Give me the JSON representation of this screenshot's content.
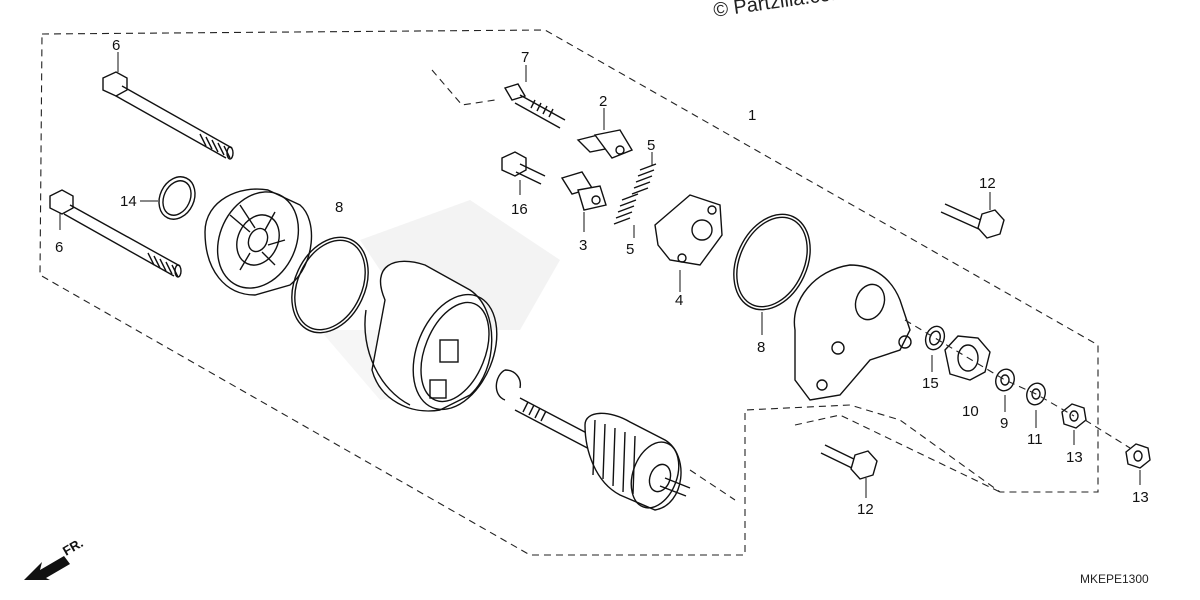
{
  "watermark": "© Partzilla.com",
  "diagram_code": "MKEPE1300",
  "front_indicator": "FR.",
  "callouts": {
    "c1": "1",
    "c2": "2",
    "c3": "3",
    "c4": "4",
    "c5a": "5",
    "c5b": "5",
    "c6a": "6",
    "c6b": "6",
    "c7": "7",
    "c8a": "8",
    "c8b": "8",
    "c9": "9",
    "c10": "10",
    "c11a": "11",
    "c12a": "12",
    "c12b": "12",
    "c13a": "13",
    "c13b": "13",
    "c14": "14",
    "c15": "15",
    "c16": "16"
  }
}
